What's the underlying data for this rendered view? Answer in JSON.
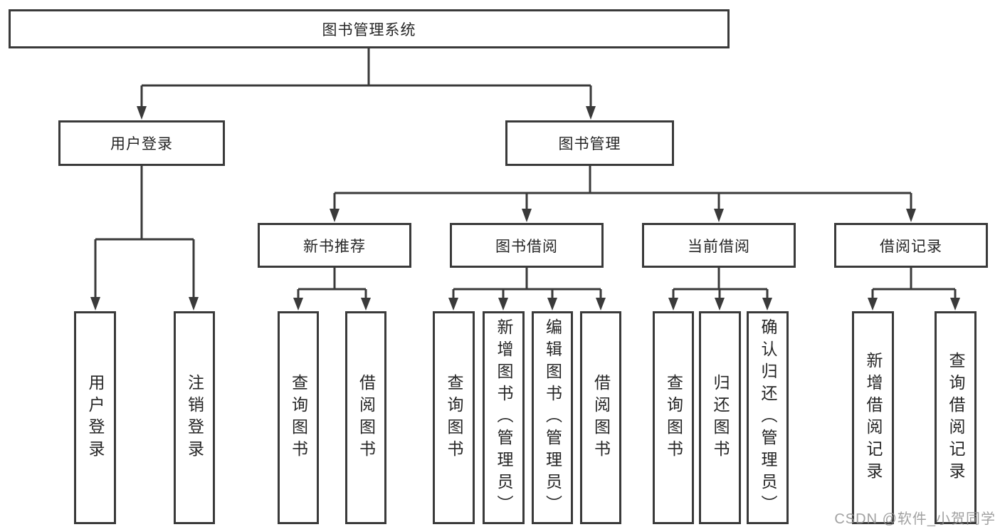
{
  "tree": {
    "root": {
      "label": "图书管理系统"
    },
    "branches": [
      {
        "label": "用户登录",
        "children": [
          {
            "label": "用户登录"
          },
          {
            "label": "注销登录"
          }
        ]
      },
      {
        "label": "图书管理",
        "children": [
          {
            "label": "新书推荐",
            "children": [
              {
                "label": "查询图书"
              },
              {
                "label": "借阅图书"
              }
            ]
          },
          {
            "label": "图书借阅",
            "children": [
              {
                "label": "查询图书"
              },
              {
                "label": "新增图书（管理员）"
              },
              {
                "label": "编辑图书（管理员）"
              },
              {
                "label": "借阅图书"
              }
            ]
          },
          {
            "label": "当前借阅",
            "children": [
              {
                "label": "查询图书"
              },
              {
                "label": "归还图书"
              },
              {
                "label": "确认归还（管理员）"
              }
            ]
          },
          {
            "label": "借阅记录",
            "children": [
              {
                "label": "新增借阅记录"
              },
              {
                "label": "查询借阅记录"
              }
            ]
          }
        ]
      }
    ]
  },
  "watermark": "CSDN @软件_小贺同学",
  "colors": {
    "line": "#3a3a3a",
    "box_border": "#3a3a3a",
    "box_fill": "#ffffff",
    "text": "#262626",
    "watermark": "#919191"
  }
}
